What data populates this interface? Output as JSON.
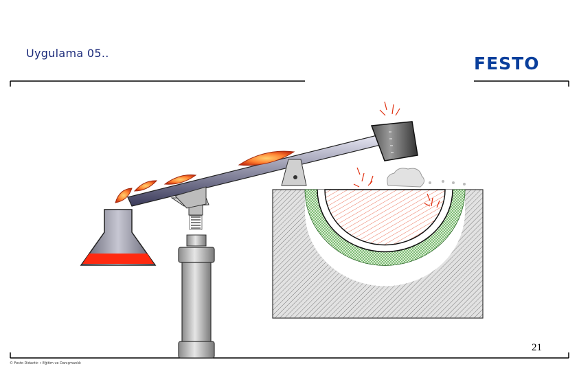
{
  "header": {
    "title": "Uygulama 05..",
    "logo_text": "FESTO",
    "logo_color": "#0a3f9c",
    "title_color": "#1b2a7a"
  },
  "footer": {
    "page_number": "21",
    "copyright": "© Festo Didactic • Eğitim ve Danışmanlık"
  },
  "colors": {
    "molten": "#ff2a10",
    "flame_outer": "#e0401a",
    "flame_inner": "#ffb040",
    "insulation": "#5aaa55",
    "trough_bg": "#cfcfcf",
    "cylinder_body": "#c8c8c8",
    "ladle": "#3c3c3c"
  }
}
